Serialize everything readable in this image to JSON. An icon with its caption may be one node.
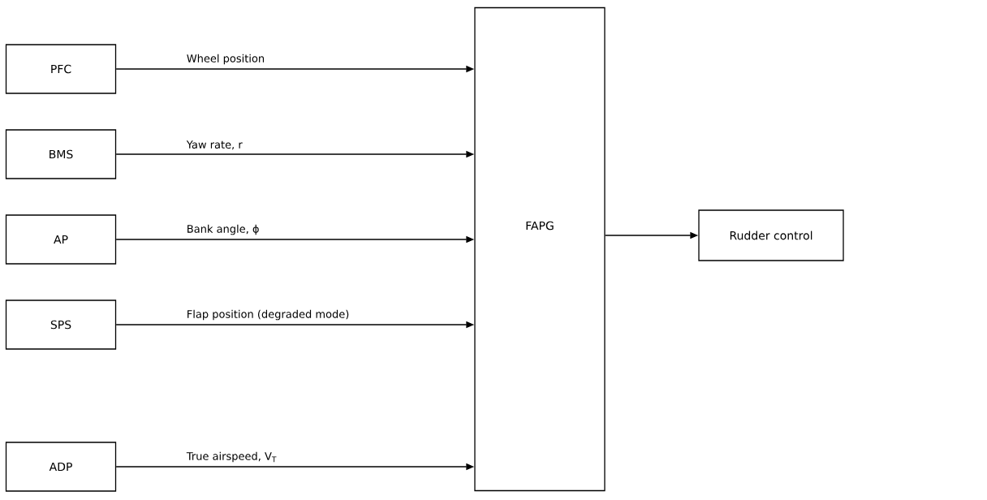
{
  "diagram": {
    "nodes": [
      {
        "text": [
          "PFC"
        ]
      },
      {
        "text": [
          "BMS"
        ]
      },
      {
        "text": [
          "AP"
        ]
      },
      {
        "text": [
          "SPS"
        ]
      },
      {
        "text": [
          "ADP"
        ]
      },
      {
        "text": [
          "FAPG"
        ]
      },
      {
        "text": [
          "Rudder control"
        ]
      }
    ],
    "edges": [
      {
        "from": 0,
        "to": 5,
        "arrow": "to",
        "label": "Wheel position"
      },
      {
        "from": 1,
        "to": 5,
        "arrow": "to",
        "label": "Yaw rate, r"
      },
      {
        "from": 2,
        "to": 5,
        "arrow": "to",
        "label": "Bank angle, ϕ"
      },
      {
        "from": 3,
        "to": 5,
        "arrow": "to",
        "label": "Flap position (degraded mode)"
      },
      {
        "from": 4,
        "to": 5,
        "arrow": "to",
        "label": "True airspeed, V$_{T}$"
      },
      {
        "from": 5,
        "to": 6,
        "arrow": "to"
      }
    ]
  }
}
